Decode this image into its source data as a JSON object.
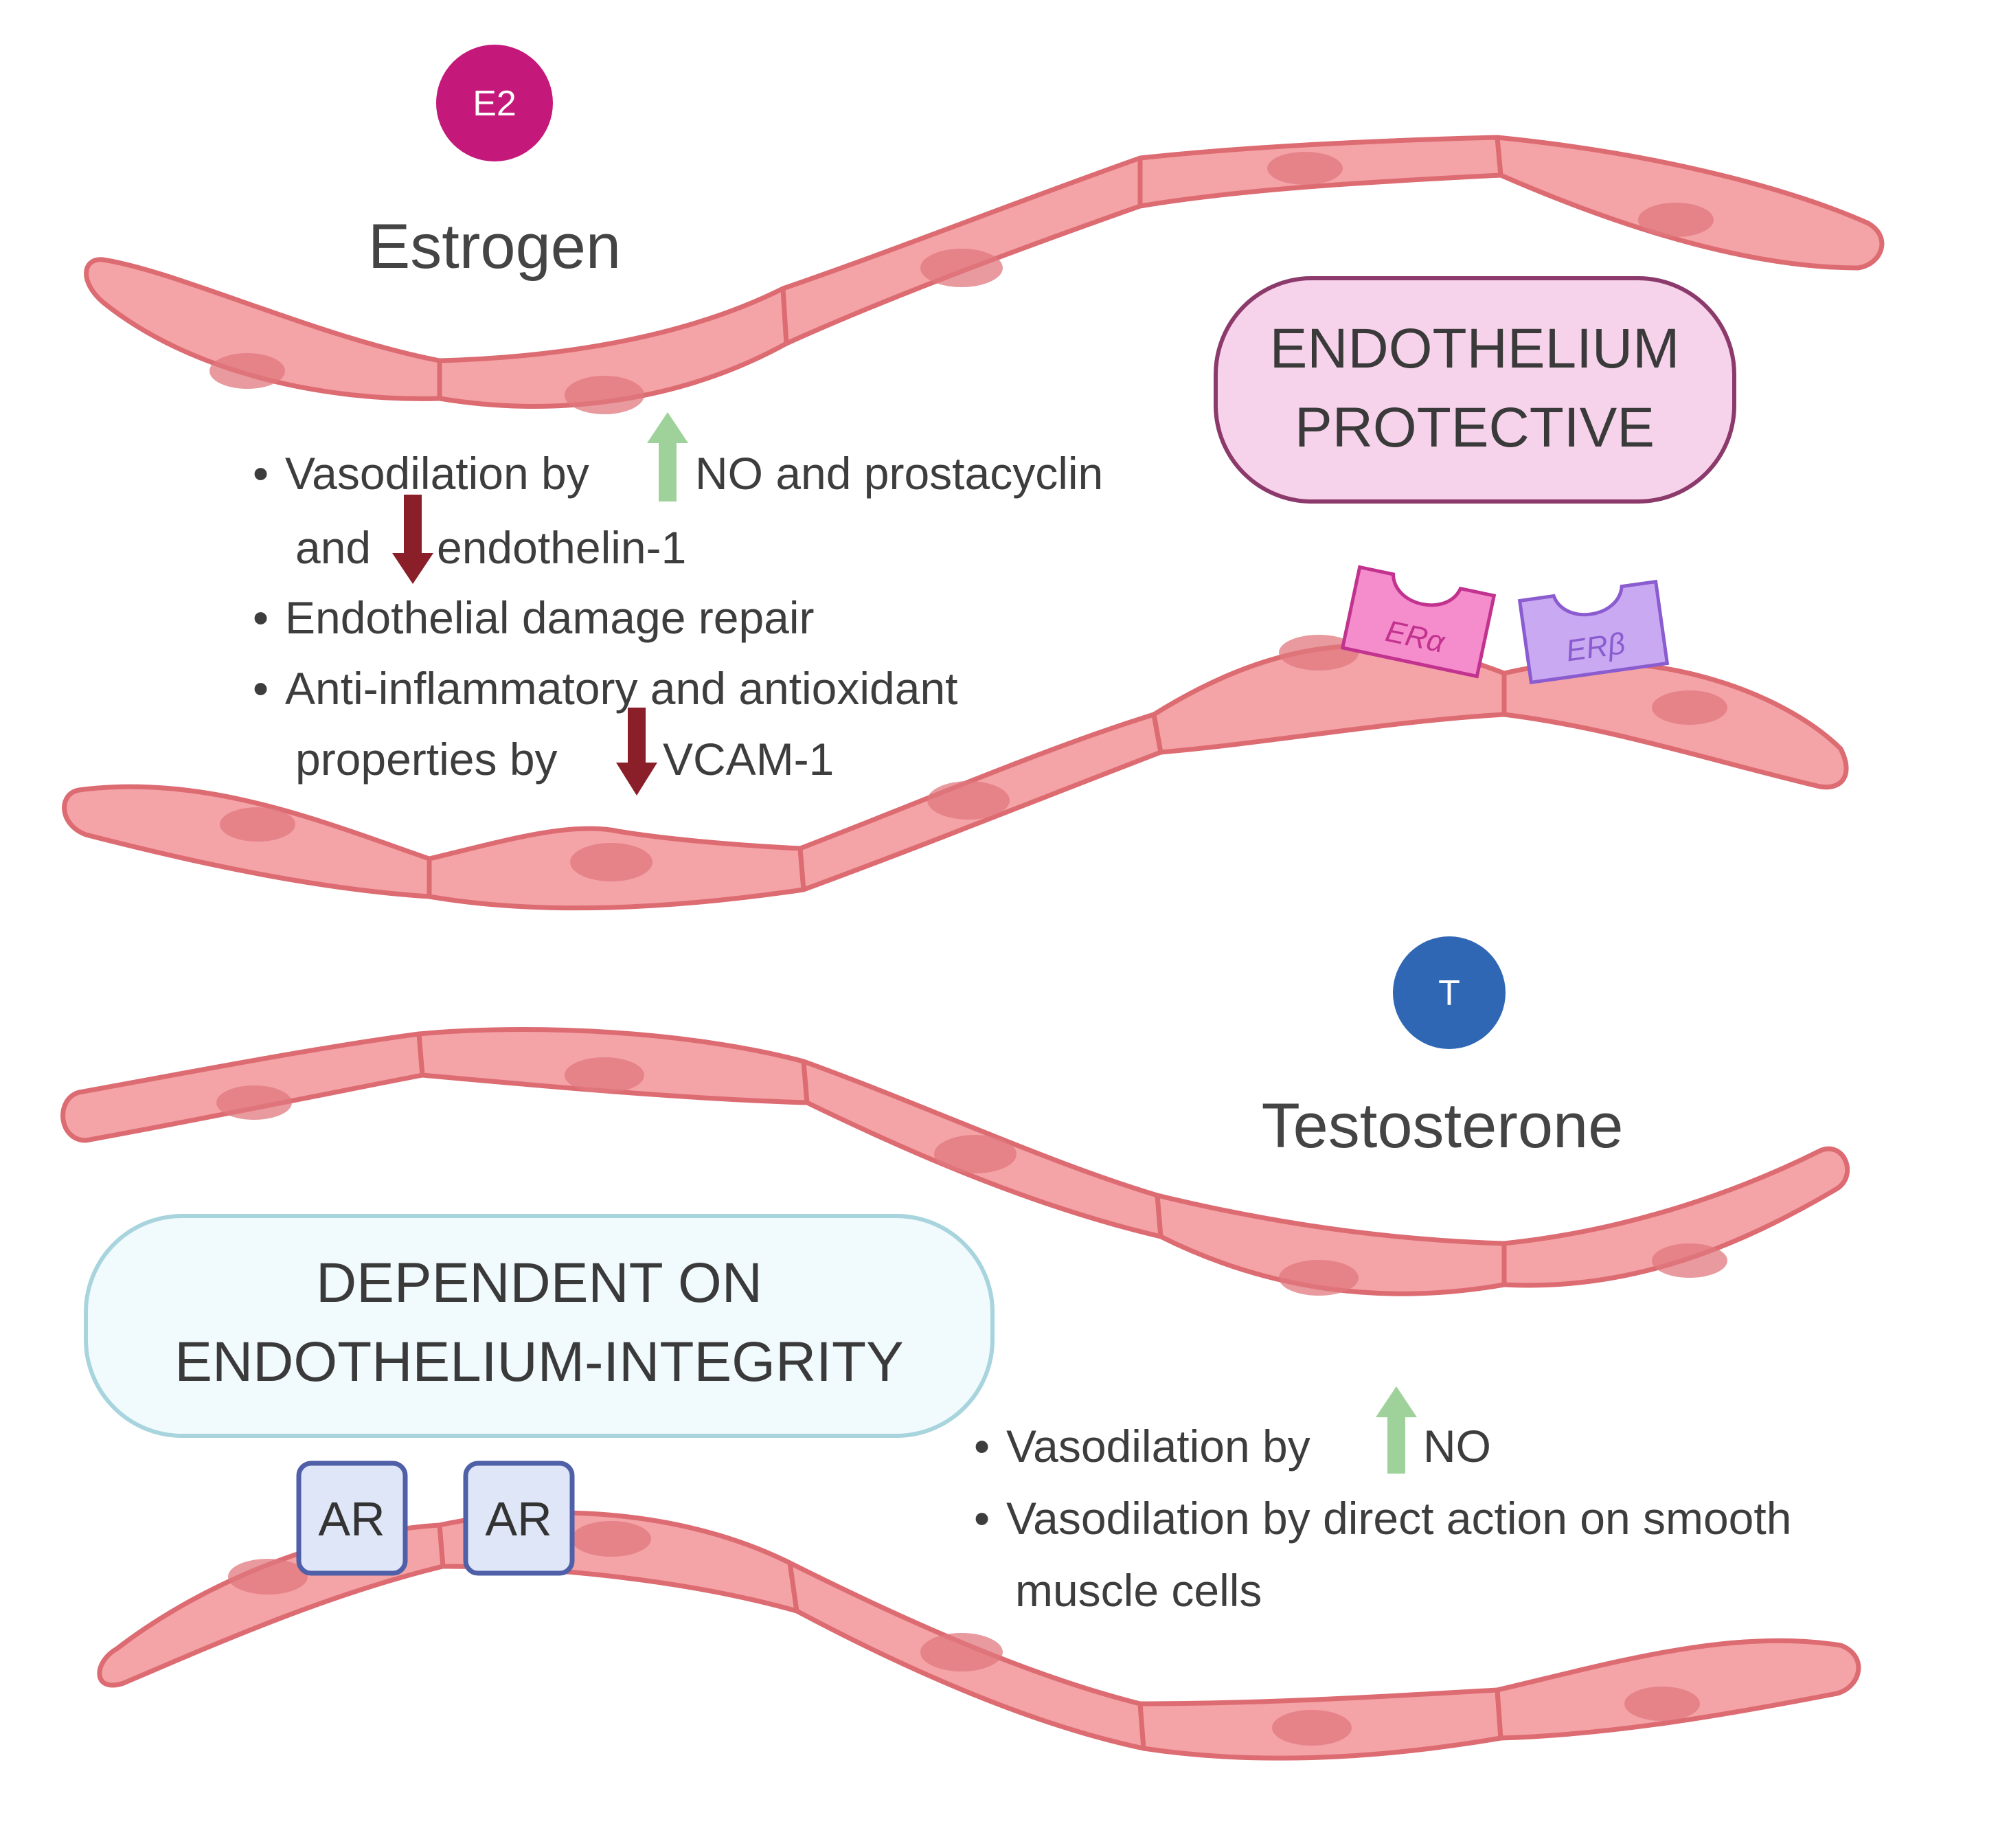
{
  "estrogen": {
    "badge": "E2",
    "label": "Estrogen",
    "badge_color": "#c4187a",
    "bullets": {
      "b1_pre": "Vasodilation by",
      "b1_post": "NO and prostacyclin",
      "b1_line2_pre": "and",
      "b1_line2_post": "endothelin-1",
      "b2": "Endothelial damage repair",
      "b3_line1": "Anti-inflammatory and antioxidant",
      "b3_line2_pre": "properties by",
      "b3_line2_post": "VCAM-1"
    },
    "box": {
      "line1": "ENDOTHELIUM",
      "line2": "PROTECTIVE",
      "fill": "#f7d3eb",
      "stroke": "#8b3a6b"
    },
    "receptors": [
      {
        "label": "ERα",
        "fill": "#f58ccc",
        "stroke": "#c2338f"
      },
      {
        "label": "ERβ",
        "fill": "#c9a9f2",
        "stroke": "#8a5ccf"
      }
    ]
  },
  "testosterone": {
    "badge": "T",
    "label": "Testosterone",
    "badge_color": "#2f67b5",
    "bullets": {
      "b1_pre": "Vasodilation by",
      "b1_post": "NO",
      "b2_line1": "Vasodilation by direct action on smooth",
      "b2_line2": "muscle cells"
    },
    "box": {
      "line1": "DEPENDENT ON",
      "line2": "ENDOTHELIUM-INTEGRITY",
      "fill": "#f1fafc",
      "stroke": "#a8d4de"
    },
    "receptors": [
      {
        "label": "AR"
      },
      {
        "label": "AR"
      }
    ]
  },
  "bullet_char": "•",
  "colors": {
    "cell_fill": "#f4a3a6",
    "cell_outline": "#dc6b72",
    "increase_arrow": "#9fd19b",
    "decrease_arrow": "#8a1f2a"
  },
  "icons": {
    "increase": "up-arrow-icon",
    "decrease": "down-arrow-icon"
  }
}
